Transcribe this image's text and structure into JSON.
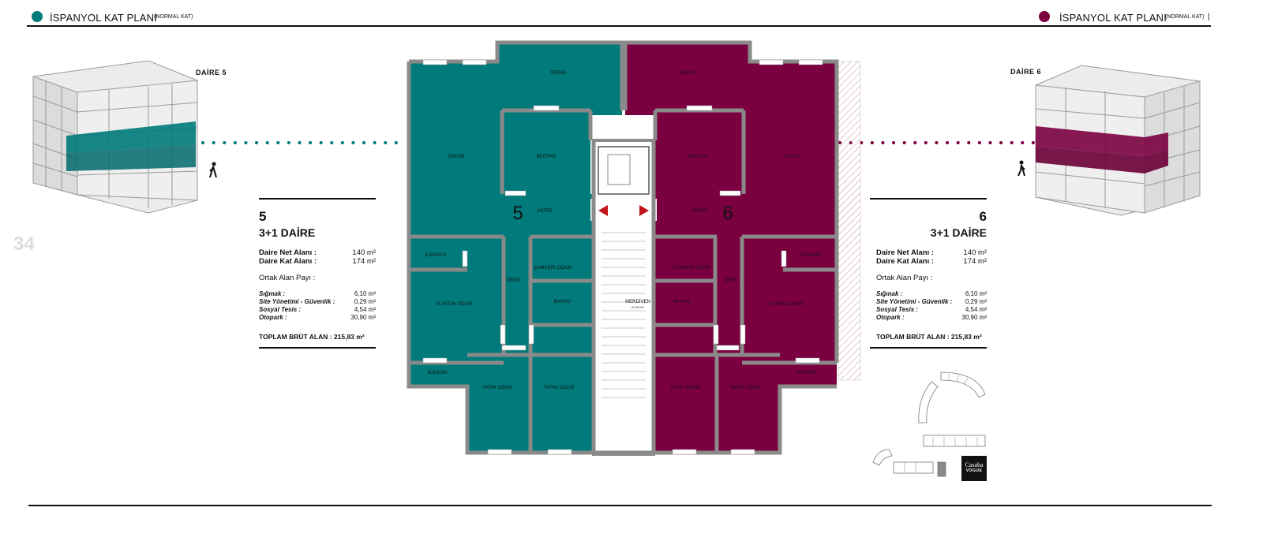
{
  "header": {
    "left": {
      "title": "İSPANYOL KAT PLANI",
      "subtitle": "(NORMAL KAT)"
    },
    "right": {
      "title": "İSPANYOL KAT PLANI",
      "subtitle": "(NORMAL KAT)",
      "bar": "|"
    }
  },
  "page_number": "34",
  "colors": {
    "teal": "#007a7a",
    "maroon": "#7a0040",
    "wall": "#8a8a8a",
    "hatch": "#d9a8a8"
  },
  "units": {
    "left": {
      "label": "DAİRE 5",
      "number": "5",
      "type": "3+1 DAİRE",
      "net_label": "Daire Net Alanı :",
      "net_value": "140 m²",
      "gross_label": "Daire Kat Alanı :",
      "gross_value": "174 m²",
      "common_title": "Ortak Alan Payı :",
      "rows": [
        {
          "label": "Sığınak :",
          "value": "6,10 m²"
        },
        {
          "label": "Site Yönetimi - Güvenlik :",
          "value": "0,29 m²"
        },
        {
          "label": "Sosyal Tesis :",
          "value": "4,54 m²"
        },
        {
          "label": "Otopark :",
          "value": "30,90 m²"
        }
      ],
      "total": "TOPLAM BRÜT ALAN : 215,83 m²"
    },
    "right": {
      "label": "DAİRE 6",
      "number": "6",
      "type": "3+1 DAİRE",
      "net_label": "Daire Net Alanı :",
      "net_value": "140 m²",
      "gross_label": "Daire Kat Alanı :",
      "gross_value": "174 m²",
      "common_title": "Ortak Alan Payı :",
      "rows": [
        {
          "label": "Sığınak :",
          "value": "6,10 m²"
        },
        {
          "label": "Site Yönetimi - Güvenlik :",
          "value": "0,29 m²"
        },
        {
          "label": "Sosyal Tesis :",
          "value": "4,54 m²"
        },
        {
          "label": "Otopark :",
          "value": "30,90 m²"
        }
      ],
      "total": "TOPLAM BRÜT ALAN : 215,83 m²"
    }
  },
  "plan": {
    "big_left": "5",
    "big_right": "6",
    "rooms": {
      "teras_l": "TERAS",
      "teras_r": "TERAS",
      "salon_l": "SALON",
      "salon_r": "SALON",
      "mutfak_l": "MUTFAK",
      "mutfak_r": "MUTFAK",
      "antre_l": "ANTRE",
      "antre_r": "ANTRE",
      "ebanyo_l": "E.BANYO",
      "ebanyo_r": "E.BANYO",
      "camasir_l": "ÇAMAŞIR ODASI",
      "camasir_r": "ÇAMAŞIR ODASI",
      "depo_l": "DEPO",
      "depo_r": "DEPO",
      "banyo_l": "BANYO",
      "banyo_r": "BANYO",
      "eyatak_l": "E.YATAK ODASI",
      "eyatak_r": "E.YATAK ODASI",
      "balkon_l": "BALKON",
      "balkon_r": "BALKON",
      "yatak1_l": "YATAK ODASI",
      "yatak2_l": "YATAK ODASI",
      "yatak1_r": "YATAK ODASI",
      "yatak2_r": "YATAK ODASI",
      "merdiven": "MERDİVEN",
      "merdiven_area": "24,29 m²"
    }
  },
  "logo": {
    "line1": "Casaba",
    "line2": "VOGUE"
  }
}
